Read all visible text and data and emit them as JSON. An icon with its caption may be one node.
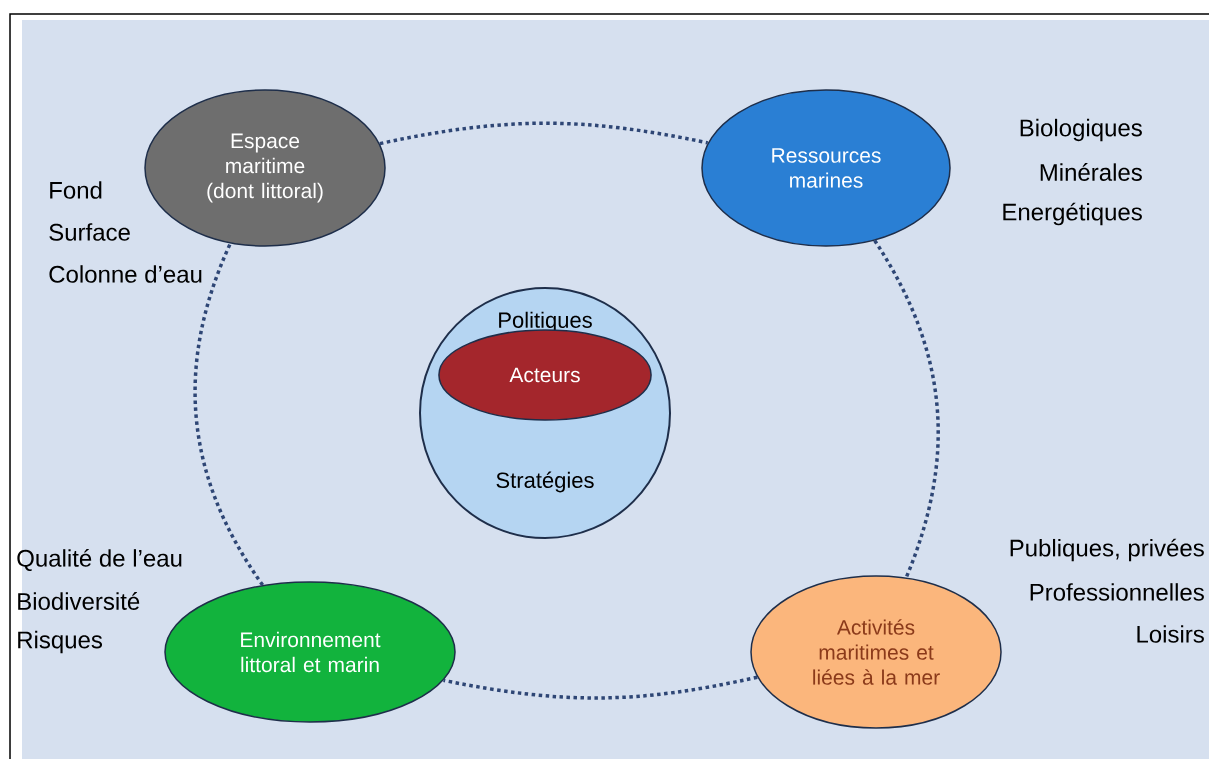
{
  "diagram": {
    "nodes": [
      {
        "text": [
          "Espace maritime (dont littoral)"
        ],
        "beside": [
          "Fond",
          "Surface",
          "Colonne d’eau"
        ]
      },
      {
        "text": [
          "Ressources marines"
        ],
        "beside": [
          "Biologiques",
          "Minérales",
          "Energétiques"
        ]
      },
      {
        "text": [
          "Politiques",
          "Stratégies"
        ]
      },
      {
        "text": [
          "Acteurs"
        ],
        "in": 2
      },
      {
        "text": [
          "Environnement littoral et marin"
        ],
        "beside": [
          "Qualité de l’eau",
          "Biodiversité",
          "Risques"
        ]
      },
      {
        "text": [
          "Activités maritimes et liées à la mer"
        ],
        "beside": [
          "Publiques, privées",
          "Professionnelles",
          "Loisirs"
        ]
      }
    ],
    "edges": [
      {
        "from": 0,
        "to": 1,
        "arrow": "none",
        "style": "dashed"
      },
      {
        "from": 1,
        "to": 5,
        "arrow": "none",
        "style": "dashed"
      },
      {
        "from": 5,
        "to": 4,
        "arrow": "none",
        "style": "dashed"
      },
      {
        "from": 4,
        "to": 0,
        "arrow": "none",
        "style": "dashed"
      }
    ]
  }
}
